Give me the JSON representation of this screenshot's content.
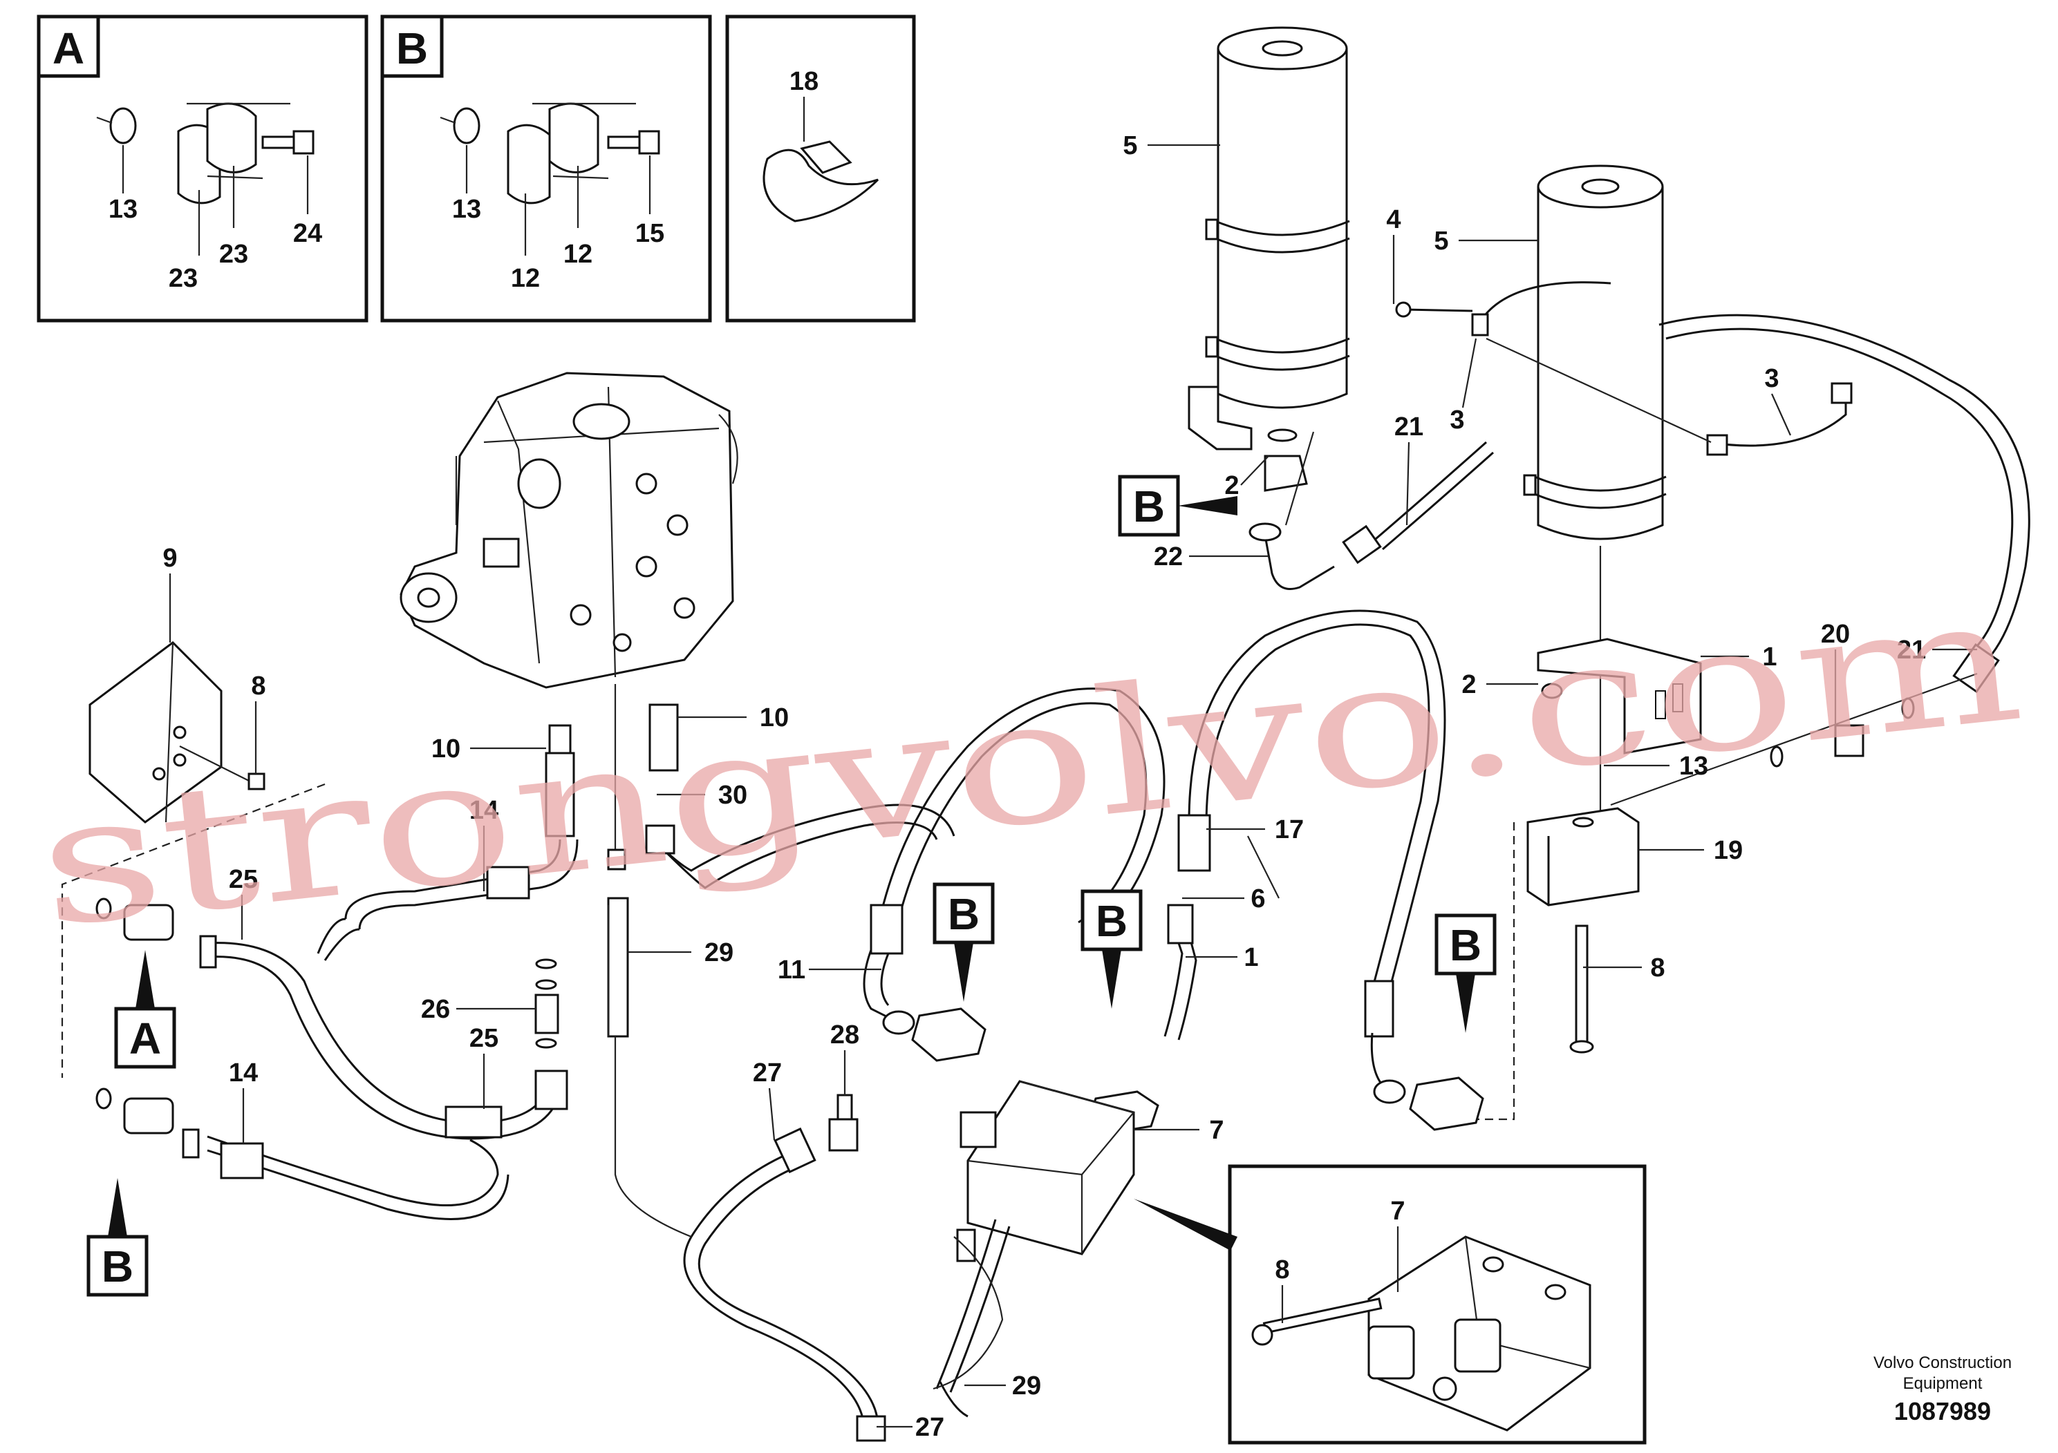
{
  "insets": {
    "a": {
      "letter": "A",
      "labels": [
        "13",
        "23",
        "23",
        "24"
      ]
    },
    "b": {
      "letter": "B",
      "labels": [
        "13",
        "12",
        "12",
        "15"
      ]
    },
    "c": {
      "labels": [
        "18"
      ]
    }
  },
  "callouts": [
    {
      "id": "c5a",
      "text": "5"
    },
    {
      "id": "c5b",
      "text": "5"
    },
    {
      "id": "c4",
      "text": "4"
    },
    {
      "id": "c3a",
      "text": "3"
    },
    {
      "id": "c3b",
      "text": "3"
    },
    {
      "id": "c21a",
      "text": "21"
    },
    {
      "id": "c2a",
      "text": "2"
    },
    {
      "id": "c22",
      "text": "22"
    },
    {
      "id": "c1a",
      "text": "1"
    },
    {
      "id": "c2b",
      "text": "2"
    },
    {
      "id": "c20",
      "text": "20"
    },
    {
      "id": "c21b",
      "text": "21"
    },
    {
      "id": "c13",
      "text": "13"
    },
    {
      "id": "c19",
      "text": "19"
    },
    {
      "id": "c8a",
      "text": "8"
    },
    {
      "id": "c9",
      "text": "9"
    },
    {
      "id": "c8b",
      "text": "8"
    },
    {
      "id": "c10a",
      "text": "10"
    },
    {
      "id": "c10b",
      "text": "10"
    },
    {
      "id": "c30",
      "text": "30"
    },
    {
      "id": "c14a",
      "text": "14"
    },
    {
      "id": "c25a",
      "text": "25"
    },
    {
      "id": "c17",
      "text": "17"
    },
    {
      "id": "c6",
      "text": "6"
    },
    {
      "id": "c1b",
      "text": "1"
    },
    {
      "id": "c11",
      "text": "11"
    },
    {
      "id": "c29a",
      "text": "29"
    },
    {
      "id": "c26",
      "text": "26"
    },
    {
      "id": "c25b",
      "text": "25"
    },
    {
      "id": "c14b",
      "text": "14"
    },
    {
      "id": "c28",
      "text": "28"
    },
    {
      "id": "c27a",
      "text": "27"
    },
    {
      "id": "c7a",
      "text": "7"
    },
    {
      "id": "c7b",
      "text": "7"
    },
    {
      "id": "c8c",
      "text": "8"
    },
    {
      "id": "c29b",
      "text": "29"
    },
    {
      "id": "c27b",
      "text": "27"
    }
  ],
  "markers": [
    {
      "id": "mB1",
      "letter": "B"
    },
    {
      "id": "mB2",
      "letter": "B"
    },
    {
      "id": "mB3",
      "letter": "B"
    },
    {
      "id": "mB4",
      "letter": "B"
    },
    {
      "id": "mA",
      "letter": "A"
    },
    {
      "id": "mB5",
      "letter": "B"
    }
  ],
  "footer": {
    "company_line1": "Volvo Construction",
    "company_line2": "Equipment",
    "drawing_number": "1087989"
  },
  "watermark": "strongvolvo.com"
}
